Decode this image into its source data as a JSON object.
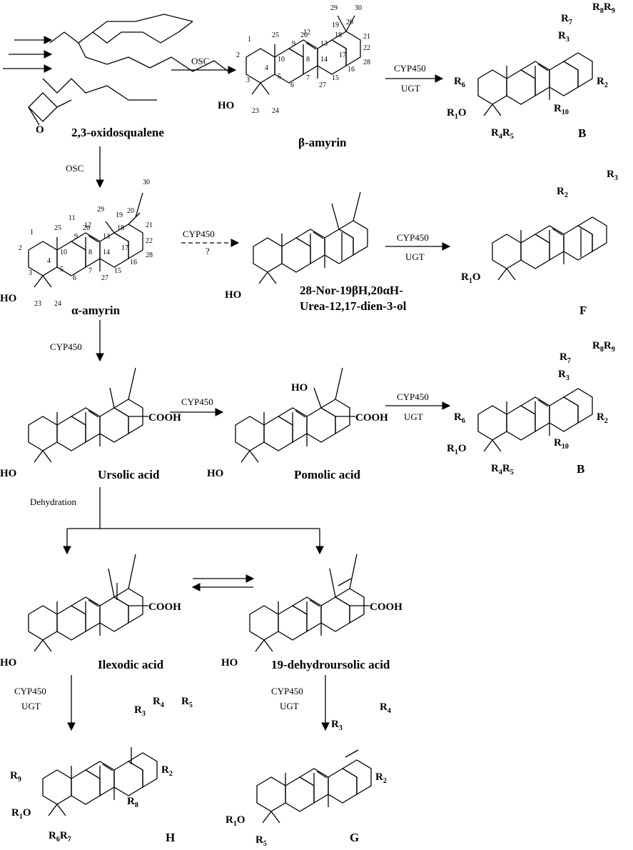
{
  "compounds": {
    "oxidosqualene": "2,3-oxidosqualene",
    "beta_amyrin": "β-amyrin",
    "alpha_amyrin": "α-amyrin",
    "nor_line1": "28-Nor-19βH,20αH-",
    "nor_line2": "Urea-12,17-dien-3-ol",
    "ursolic": "Ursolic acid",
    "pomolic": "Pomolic acid",
    "ilexodic": "Ilexodic acid",
    "dehydroursolic": "19-dehydroursolic acid",
    "B": "B",
    "F": "F",
    "H": "H",
    "G": "G"
  },
  "reagents": {
    "osc": "OSC",
    "cyp450": "CYP450",
    "ugt": "UGT",
    "question": "?",
    "dehydration": "Dehydration"
  },
  "groups": {
    "cooh": "COOH",
    "ho": "HO",
    "o": "O"
  }
}
